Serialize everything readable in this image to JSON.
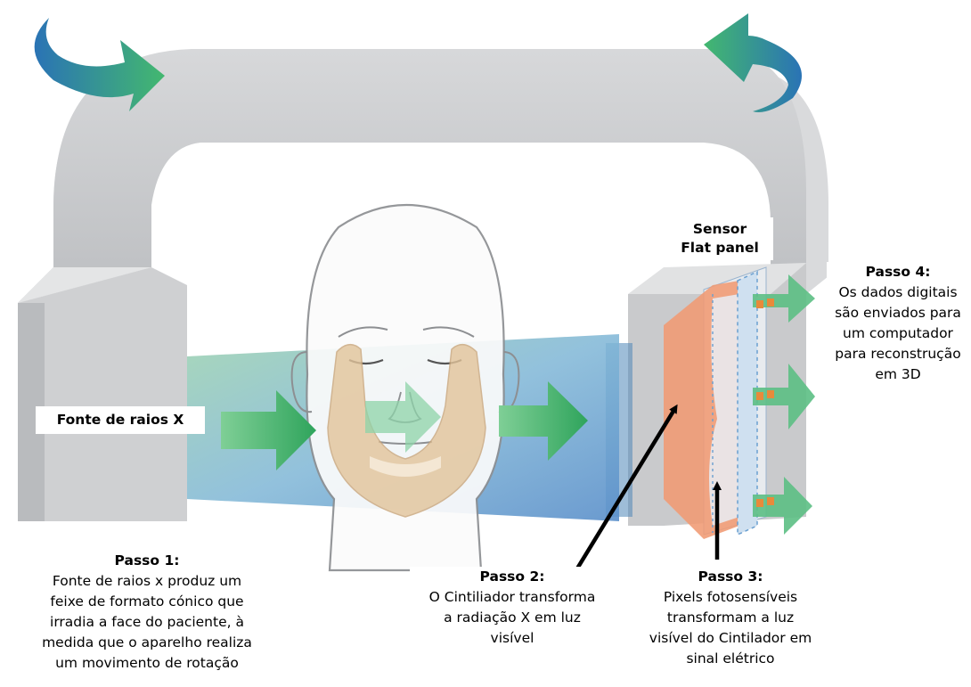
{
  "labels": {
    "source": "Fonte de raios X",
    "sensor": [
      "Sensor",
      "Flat panel"
    ]
  },
  "steps": [
    {
      "title": "Passo 1:",
      "lines": [
        "Fonte de raios x produz um",
        "feixe de formato cónico que",
        "irradia a face do paciente, à",
        "medida que o aparelho realiza",
        "um movimento de rotação"
      ]
    },
    {
      "title": "Passo 2:",
      "lines": [
        "O Cintiliador transforma",
        "a radiação X em luz",
        "visível"
      ]
    },
    {
      "title": "Passo 3:",
      "lines": [
        "Pixels fotosensíveis",
        "transformam a luz",
        "visível do Cintilador em",
        "sinal elétrico"
      ]
    },
    {
      "title": "Passo 4:",
      "lines": [
        "Os dados digitais",
        "são enviados para",
        "um computador",
        "para reconstrução",
        "em 3D"
      ]
    }
  ],
  "colors": {
    "gantry": "#c7c8ca",
    "gantry_dark": "#a6a8ab",
    "beam_start": "#8cc9a8",
    "beam_end": "#6a9fd0",
    "arrow_green": "#3fb46a",
    "arrow_blue": "#2e7fb8",
    "scintillator": "#f09a73",
    "bone": "#e2c49a"
  }
}
